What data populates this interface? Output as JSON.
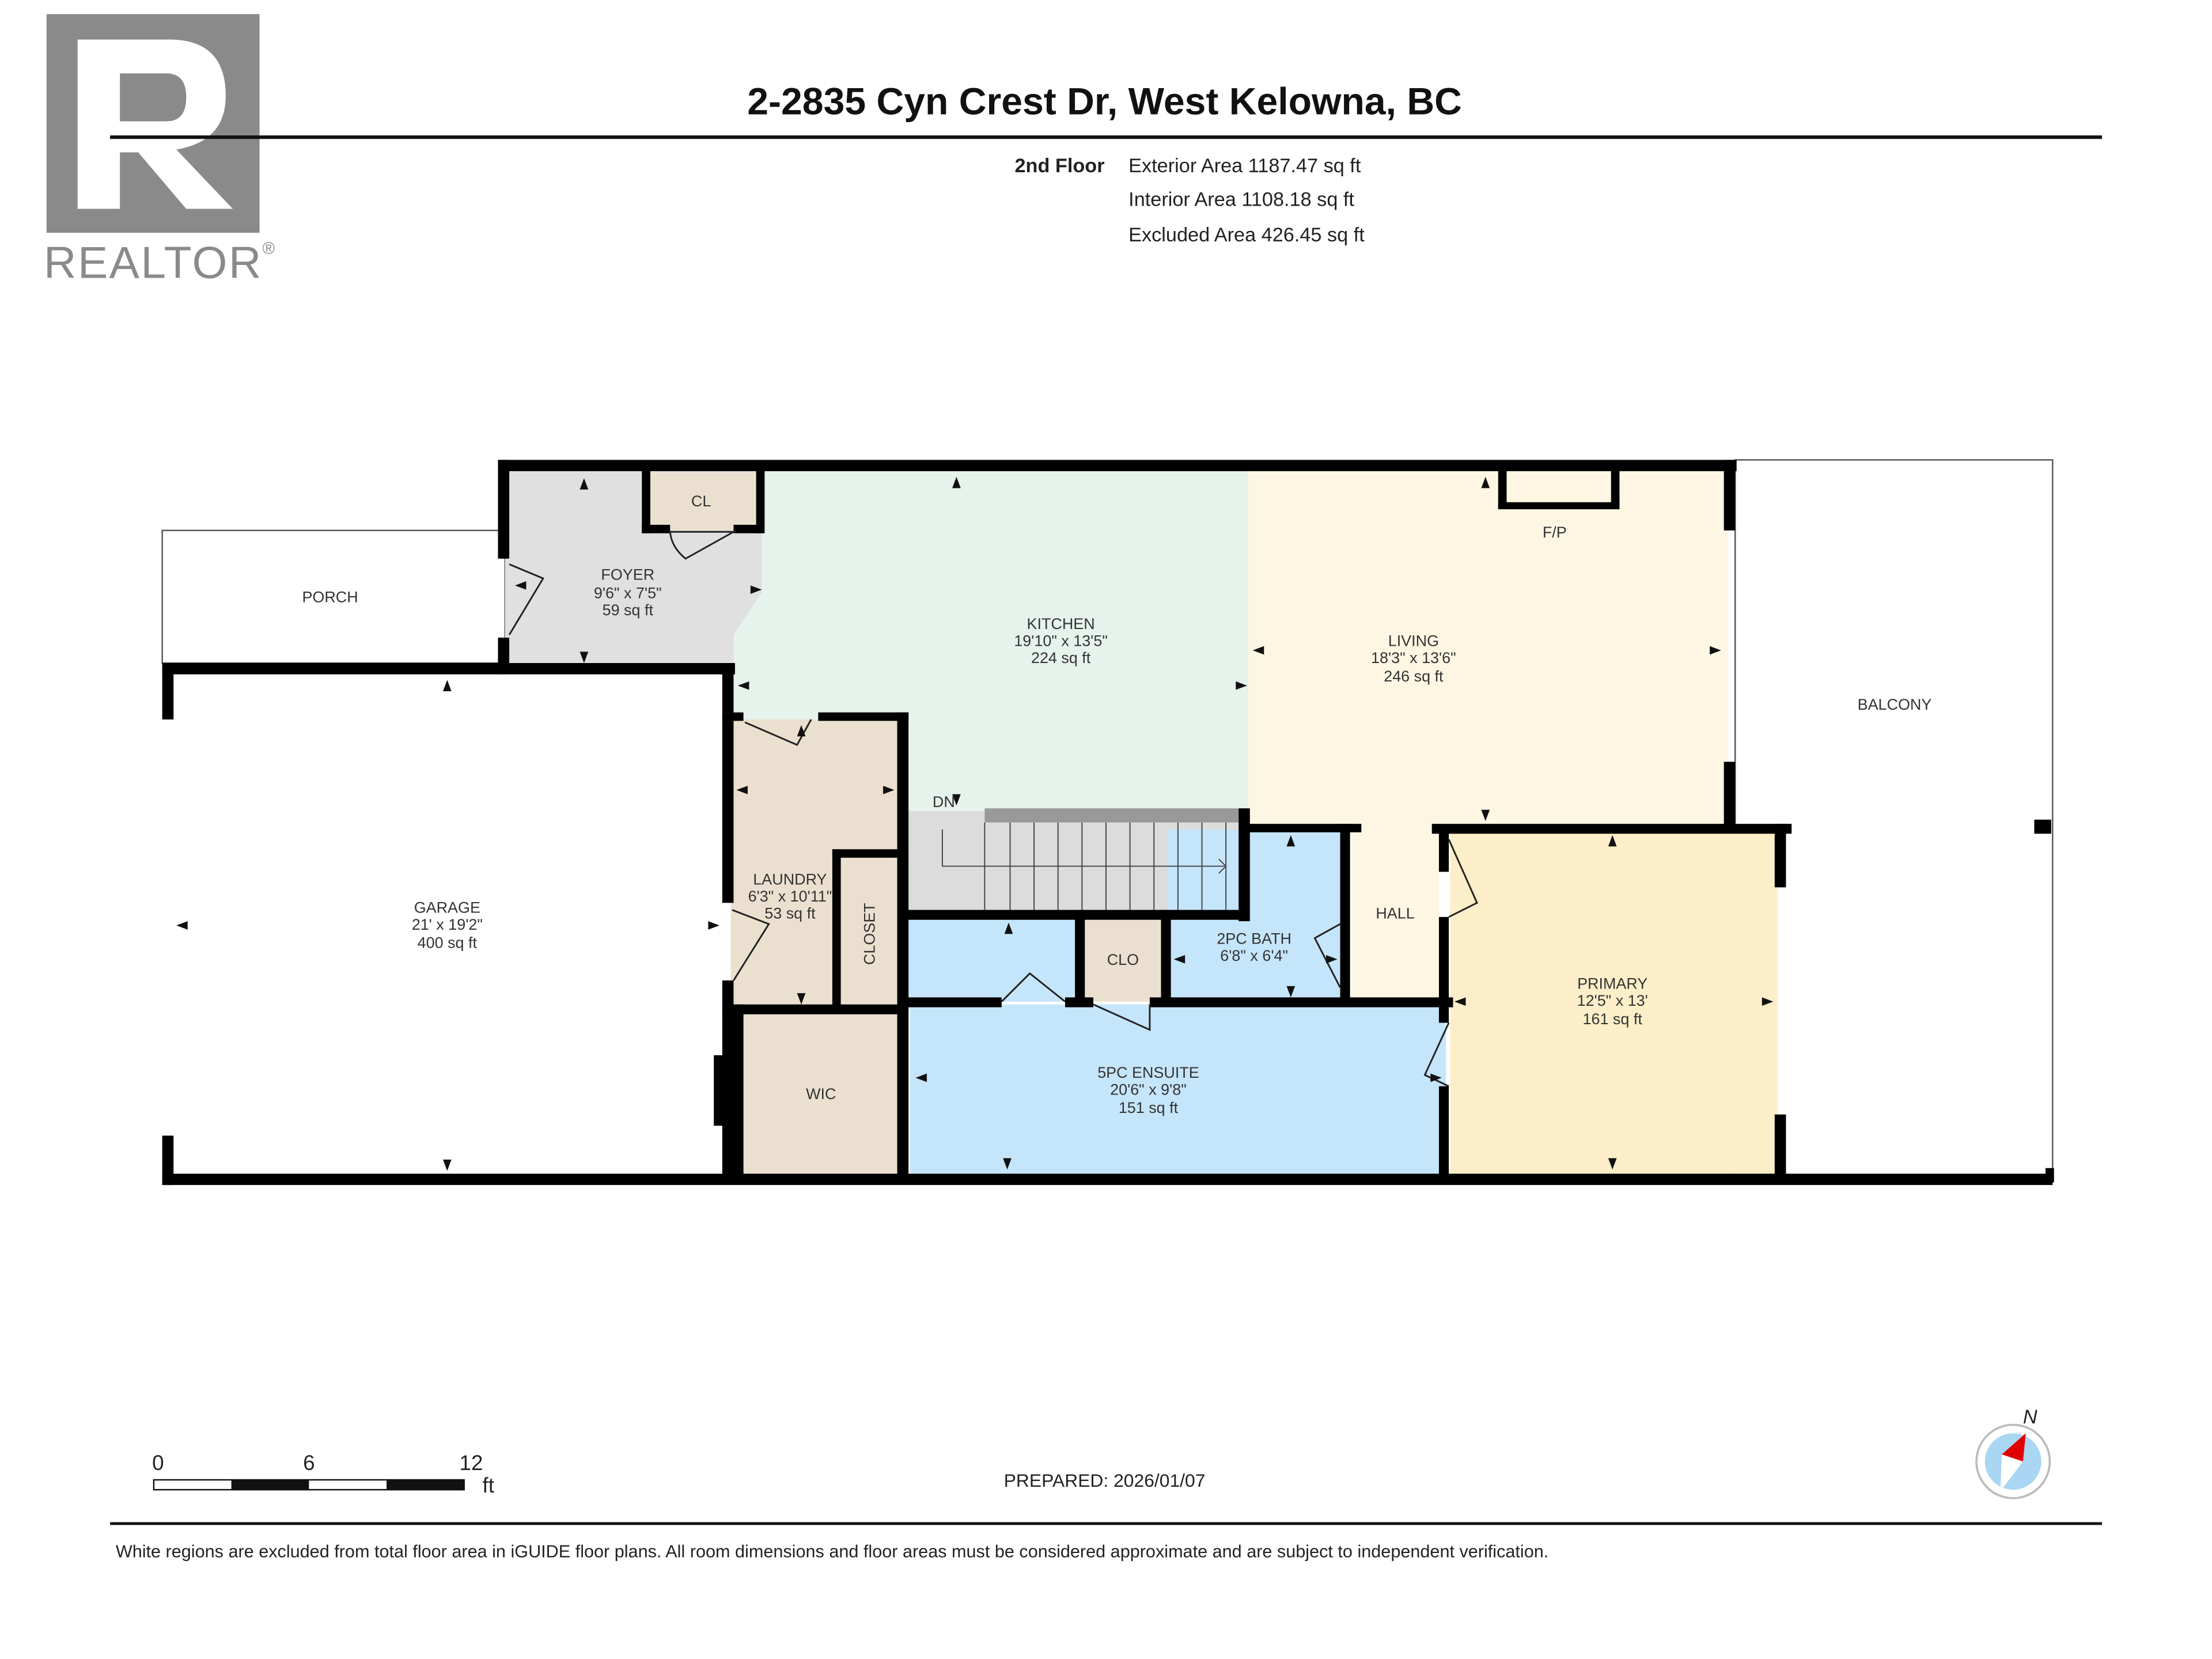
{
  "logo": {
    "text": "REALTOR",
    "mark": "®"
  },
  "header": {
    "title": "2-2835 Cyn Crest Dr, West Kelowna, BC"
  },
  "areas": {
    "floor": "2nd Floor",
    "exterior": "Exterior Area 1187.47 sq ft",
    "interior": "Interior Area 1108.18 sq ft",
    "excluded": "Excluded Area 426.45 sq ft"
  },
  "rooms": {
    "porch": {
      "name": "PORCH"
    },
    "foyer": {
      "name": "FOYER",
      "dims": "9'6\" x 7'5\"",
      "area": "59 sq ft"
    },
    "cl": {
      "name": "CL"
    },
    "kitchen": {
      "name": "KITCHEN",
      "dims": "19'10\" x 13'5\"",
      "area": "224 sq ft"
    },
    "living": {
      "name": "LIVING",
      "dims": "18'3\" x 13'6\"",
      "area": "246 sq ft"
    },
    "fp": {
      "name": "F/P"
    },
    "balcony": {
      "name": "BALCONY"
    },
    "garage": {
      "name": "GARAGE",
      "dims": "21' x 19'2\"",
      "area": "400 sq ft"
    },
    "laundry": {
      "name": "LAUNDRY",
      "dims": "6'3\" x 10'11\"",
      "area": "53 sq ft"
    },
    "closet": {
      "name": "CLOSET"
    },
    "dn": {
      "name": "DN"
    },
    "clo": {
      "name": "CLO"
    },
    "bath2": {
      "name": "2PC BATH",
      "dims": "6'8\" x 6'4\""
    },
    "hall": {
      "name": "HALL"
    },
    "primary": {
      "name": "PRIMARY",
      "dims": "12'5\" x 13'",
      "area": "161 sq ft"
    },
    "wic": {
      "name": "WIC"
    },
    "ensuite": {
      "name": "5PC ENSUITE",
      "dims": "20'6\" x 9'8\"",
      "area": "151 sq ft"
    }
  },
  "colors": {
    "foyer": "#e0e0e0",
    "kitchen": "#e6f3ec",
    "living": "#fdf6e3",
    "tan": "#ebe0cf",
    "blue": "#c5e5fa",
    "primary": "#fbeec8",
    "stairs": "#dcdcdc"
  },
  "scale": {
    "ticks": [
      "0",
      "6",
      "12"
    ],
    "unit": "ft"
  },
  "prepared": "PREPARED: 2026/01/07",
  "compass": {
    "label": "N",
    "icon": "compass-icon"
  },
  "footer": {
    "disclaimer": "White regions are excluded from total floor area in iGUIDE floor plans. All room dimensions and floor areas must be considered approximate and are subject to independent verification."
  }
}
